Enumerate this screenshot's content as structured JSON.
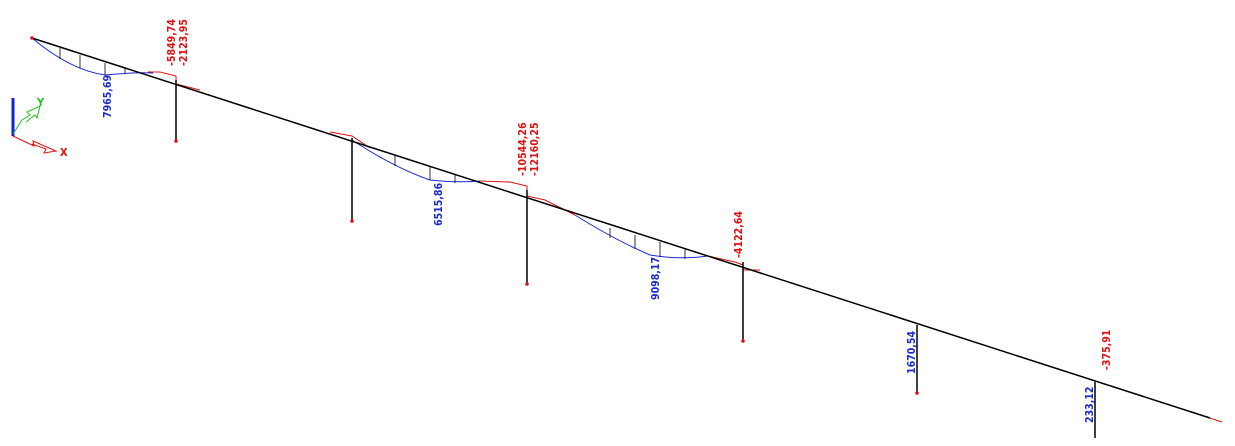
{
  "colors": {
    "beam": "#000000",
    "positive": "#1a2ad0",
    "negative": "#e01010",
    "axis_x": "#e01010",
    "axis_y": "#20c020",
    "axis_z": "#1020e0"
  },
  "axis_labels": {
    "x": "X",
    "y": "Y"
  },
  "moment_labels": {
    "pos_1": "7965,69",
    "neg_1a": "-5849,74",
    "neg_1b": "-2123,95",
    "pos_2": "6515,86",
    "neg_2a": "-10544,26",
    "neg_2b": "-12160,25",
    "pos_3": "9098,17",
    "neg_3": "-4122,64",
    "pos_4": "1670,54",
    "neg_4": "-375,91",
    "pos_5": "233,12"
  }
}
